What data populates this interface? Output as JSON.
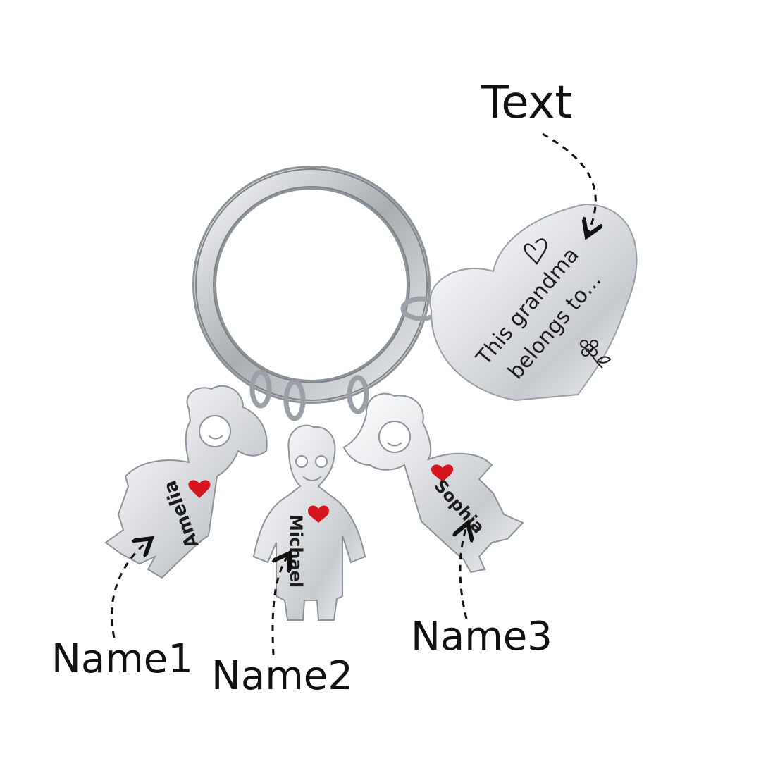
{
  "callouts": {
    "text": "Text",
    "name1": "Name1",
    "name2": "Name2",
    "name3": "Name3"
  },
  "heart_tag": {
    "line1": "This grandma",
    "line2": "belongs to..."
  },
  "charms": {
    "girl_left": "Amelia",
    "boy_center": "Michael",
    "girl_right": "Sophia"
  },
  "colors": {
    "steel": "#c9cdd1",
    "steel_light": "#f2f3f5",
    "steel_dark": "#8e9398",
    "engraving": "#1c1c1c",
    "heart_red": "#d4151f",
    "arrow": "#111111"
  },
  "icons": [
    "outline-heart-icon",
    "flower-icon",
    "red-heart-icon"
  ]
}
